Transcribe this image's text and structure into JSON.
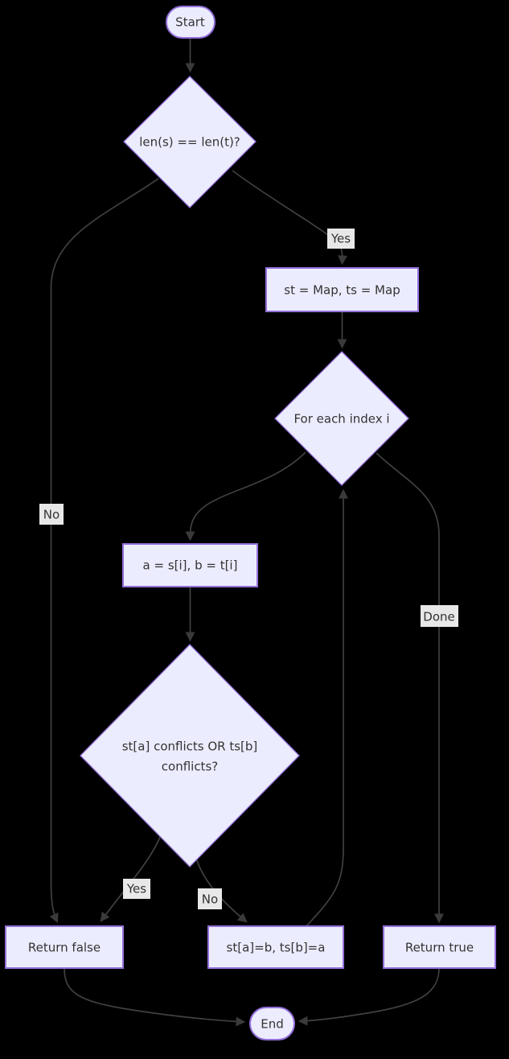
{
  "diagram": {
    "type": "flowchart",
    "background": "#000000",
    "colors": {
      "node_fill": "#ECECFF",
      "node_border": "#9370DB",
      "edge_color": "#404040",
      "edge_label_bg": "#e8e8e8",
      "text": "#333333"
    },
    "nodes": {
      "start": {
        "shape": "stadium",
        "label": "Start"
      },
      "check_len": {
        "shape": "diamond",
        "label": "len(s) == len(t)?"
      },
      "init_maps": {
        "shape": "rect",
        "label": "st = Map, ts = Map"
      },
      "foreach": {
        "shape": "diamond",
        "label": "For each index i"
      },
      "assign": {
        "shape": "rect",
        "label": "a = s[i], b = t[i]"
      },
      "conflict": {
        "shape": "diamond",
        "label": "st[a] conflicts OR ts[b] conflicts?",
        "lines": [
          "st[a] conflicts OR ts[b]",
          "conflicts?"
        ]
      },
      "return_false": {
        "shape": "rect",
        "label": "Return false"
      },
      "set_maps": {
        "shape": "rect",
        "label": "st[a]=b, ts[b]=a"
      },
      "return_true": {
        "shape": "rect",
        "label": "Return true"
      },
      "end": {
        "shape": "stadium",
        "label": "End"
      }
    },
    "edge_labels": {
      "yes_len": "Yes",
      "no_len": "No",
      "done": "Done",
      "yes_conflict": "Yes",
      "no_conflict": "No"
    },
    "edges": [
      {
        "from": "start",
        "to": "check_len",
        "label": ""
      },
      {
        "from": "check_len",
        "to": "init_maps",
        "label": "Yes"
      },
      {
        "from": "check_len",
        "to": "return_false",
        "label": "No"
      },
      {
        "from": "init_maps",
        "to": "foreach",
        "label": ""
      },
      {
        "from": "foreach",
        "to": "assign",
        "label": ""
      },
      {
        "from": "foreach",
        "to": "return_true",
        "label": "Done"
      },
      {
        "from": "assign",
        "to": "conflict",
        "label": ""
      },
      {
        "from": "conflict",
        "to": "return_false",
        "label": "Yes"
      },
      {
        "from": "conflict",
        "to": "set_maps",
        "label": "No"
      },
      {
        "from": "set_maps",
        "to": "foreach",
        "label": ""
      },
      {
        "from": "return_false",
        "to": "end",
        "label": ""
      },
      {
        "from": "return_true",
        "to": "end",
        "label": ""
      }
    ]
  }
}
